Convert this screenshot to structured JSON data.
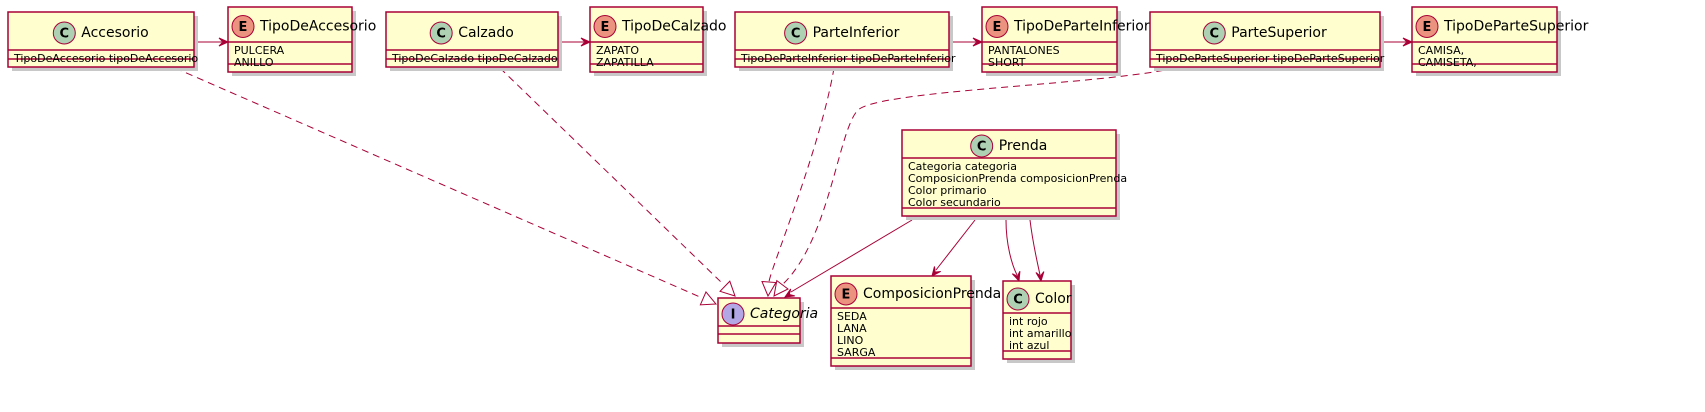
{
  "nodes": [
    {
      "id": "accesorio",
      "kind": "class",
      "badge": "C",
      "badge_color": "#ADD1B2",
      "title": "Accesorio",
      "members": [
        "TipoDeAccesorio tipoDeAccesorio"
      ]
    },
    {
      "id": "tipodeaccesorio",
      "kind": "enum",
      "badge": "E",
      "badge_color": "#EB937F",
      "title": "TipoDeAccesorio",
      "members": [
        "PULCERA",
        "ANILLO"
      ]
    },
    {
      "id": "calzado",
      "kind": "class",
      "badge": "C",
      "badge_color": "#ADD1B2",
      "title": "Calzado",
      "members": [
        "TipoDeCalzado tipoDeCalzado"
      ]
    },
    {
      "id": "tipodecalzado",
      "kind": "enum",
      "badge": "E",
      "badge_color": "#EB937F",
      "title": "TipoDeCalzado",
      "members": [
        "ZAPATO",
        "ZAPATILLA"
      ]
    },
    {
      "id": "parteinferior",
      "kind": "class",
      "badge": "C",
      "badge_color": "#ADD1B2",
      "title": "ParteInferior",
      "members": [
        "TipoDeParteInferior tipoDeParteInferior"
      ]
    },
    {
      "id": "tipodeparteinferior",
      "kind": "enum",
      "badge": "E",
      "badge_color": "#EB937F",
      "title": "TipoDeParteInferior",
      "members": [
        "PANTALONES",
        "SHORT"
      ]
    },
    {
      "id": "partesuperior",
      "kind": "class",
      "badge": "C",
      "badge_color": "#ADD1B2",
      "title": "ParteSuperior",
      "members": [
        "TipoDeParteSuperior tipoDeParteSuperior"
      ]
    },
    {
      "id": "tipodepartesuperior",
      "kind": "enum",
      "badge": "E",
      "badge_color": "#EB937F",
      "title": "TipoDeParteSuperior",
      "members": [
        "CAMISA,",
        "CAMISETA,"
      ]
    },
    {
      "id": "prenda",
      "kind": "class",
      "badge": "C",
      "badge_color": "#ADD1B2",
      "title": "Prenda",
      "members": [
        "Categoria categoria",
        "ComposicionPrenda composicionPrenda",
        "Color primario",
        "Color secundario"
      ]
    },
    {
      "id": "composicionprenda",
      "kind": "enum",
      "badge": "E",
      "badge_color": "#EB937F",
      "title": "ComposicionPrenda",
      "members": [
        "SEDA",
        "LANA",
        "LINO",
        "SARGA"
      ]
    },
    {
      "id": "color",
      "kind": "class",
      "badge": "C",
      "badge_color": "#ADD1B2",
      "title": "Color",
      "members": [
        "int rojo",
        "int amarillo",
        "int azul"
      ]
    },
    {
      "id": "categoria",
      "kind": "interface",
      "badge": "I",
      "badge_color": "#B4A7E5",
      "title": "Categoria",
      "members": []
    }
  ],
  "edges": [
    {
      "from": "accesorio",
      "to": "tipodeaccesorio",
      "type": "association"
    },
    {
      "from": "calzado",
      "to": "tipodecalzado",
      "type": "association"
    },
    {
      "from": "parteinferior",
      "to": "tipodeparteinferior",
      "type": "association"
    },
    {
      "from": "partesuperior",
      "to": "tipodepartesuperior",
      "type": "association"
    },
    {
      "from": "accesorio",
      "to": "categoria",
      "type": "realization"
    },
    {
      "from": "calzado",
      "to": "categoria",
      "type": "realization"
    },
    {
      "from": "parteinferior",
      "to": "categoria",
      "type": "realization"
    },
    {
      "from": "partesuperior",
      "to": "categoria",
      "type": "realization"
    },
    {
      "from": "prenda",
      "to": "categoria",
      "type": "association"
    },
    {
      "from": "prenda",
      "to": "composicionprenda",
      "type": "association"
    },
    {
      "from": "prenda",
      "to": "color",
      "type": "association"
    },
    {
      "from": "prenda",
      "to": "color",
      "type": "association"
    }
  ],
  "colors": {
    "box_fill": "#FEFECE",
    "box_border": "#A80036",
    "edge": "#A80036",
    "shadow": "#C8C8C8"
  }
}
